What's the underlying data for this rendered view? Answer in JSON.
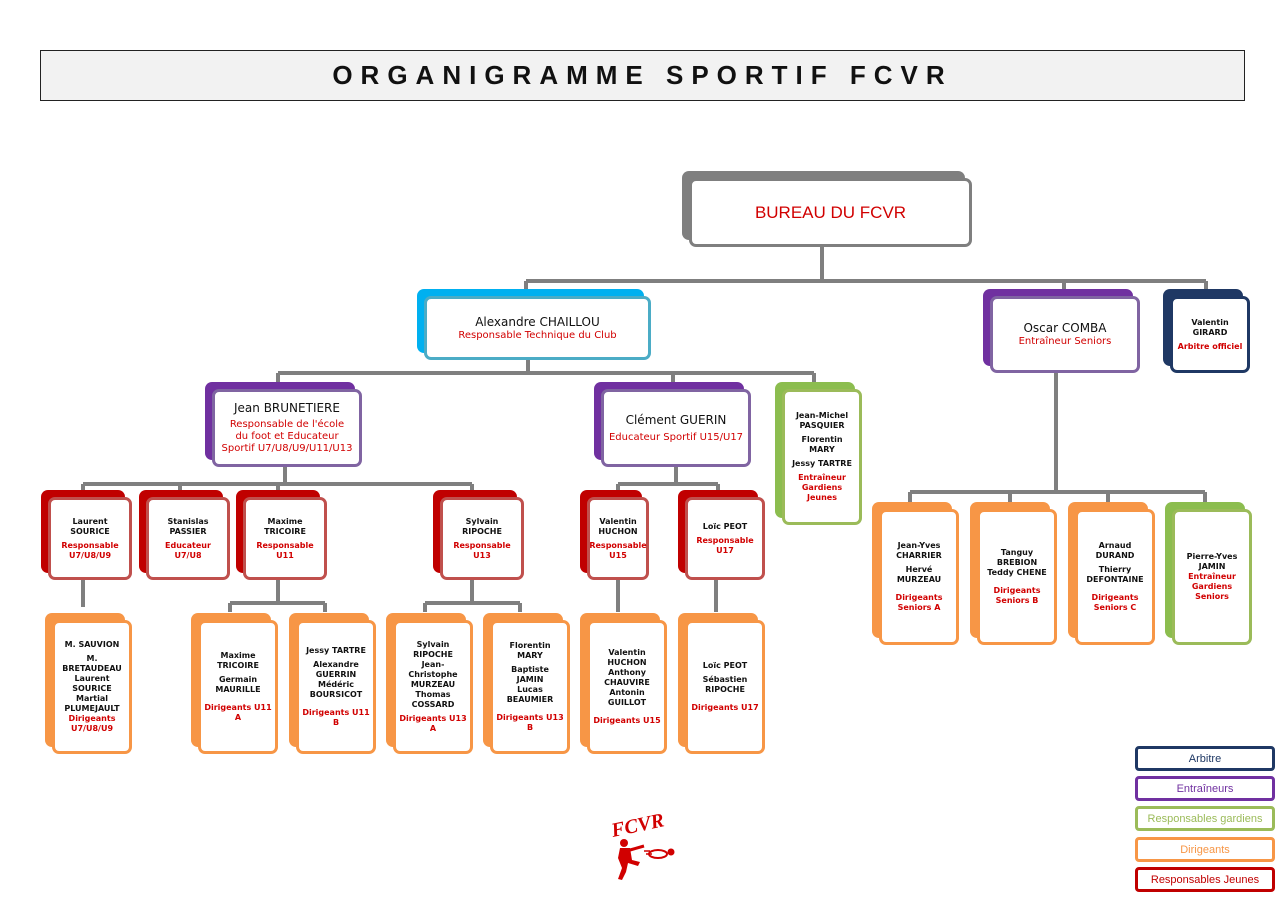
{
  "title": "ORGANIGRAMME SPORTIF FCVR",
  "root": "BUREAU DU FCVR",
  "chailloux": {
    "name": "Alexandre CHAILLOU",
    "role": "Responsable Technique du Club"
  },
  "comba": {
    "name": "Oscar COMBA",
    "role": "Entraîneur Seniors"
  },
  "girard": {
    "name1": "Valentin",
    "name2": "GIRARD",
    "role": "Arbitre officiel"
  },
  "brunetiere": {
    "name": "Jean BRUNETIERE",
    "role1": "Responsable de l'école",
    "role2": "du foot et Educateur",
    "role3": "Sportif U7/U8/U9/U11/U13"
  },
  "guerin": {
    "name": "Clément GUERIN",
    "role": "Educateur Sportif U15/U17"
  },
  "gardiens": {
    "n1": "Jean-Michel",
    "n2": "PASQUIER",
    "n3": "Florentin MARY",
    "n4": "Jessy TARTRE",
    "r1": "Entraîneur",
    "r2": "Gardiens",
    "r3": "Jeunes"
  },
  "sourice": {
    "n1": "Laurent",
    "n2": "SOURICE",
    "r1": "Responsable",
    "r2": "U7/U8/U9"
  },
  "passier": {
    "n1": "Stanislas",
    "n2": "PASSIER",
    "r1": "Educateur",
    "r2": "U7/U8"
  },
  "tricoire": {
    "n1": "Maxime",
    "n2": "TRICOIRE",
    "r1": "Responsable",
    "r2": "U11"
  },
  "ripoche": {
    "n1": "Sylvain",
    "n2": "RIPOCHE",
    "r1": "Responsable",
    "r2": "U13"
  },
  "huchon": {
    "n1": "Valentin",
    "n2": "HUCHON",
    "r1": "Responsable",
    "r2": "U15"
  },
  "peot": {
    "n1": "Loïc PEOT",
    "r1": "Responsable",
    "r2": "U17"
  },
  "dir_u789": {
    "n1": "M. SAUVION",
    "n2": "M.",
    "n3": "BRETAUDEAU",
    "n4": "Laurent",
    "n5": "SOURICE",
    "n6": "Martial",
    "n7": "PLUMEJAULT",
    "r1": "Dirigeants",
    "r2": "U7/U8/U9"
  },
  "dir_u11a": {
    "n1": "Maxime",
    "n2": "TRICOIRE",
    "n3": "Germain",
    "n4": "MAURILLE",
    "r1": "Dirigeants U11",
    "r2": "A"
  },
  "dir_u11b": {
    "n1": "Jessy TARTRE",
    "n2": "Alexandre",
    "n3": "GUERRIN",
    "n4": "Médéric",
    "n5": "BOURSICOT",
    "r1": "Dirigeants U11",
    "r2": "B"
  },
  "dir_u13a": {
    "n1": "Sylvain",
    "n2": "RIPOCHE",
    "n3": "Jean-",
    "n4": "Christophe",
    "n5": "MURZEAU",
    "n6": "Thomas",
    "n7": "COSSARD",
    "r1": "Dirigeants U13",
    "r2": "A"
  },
  "dir_u13b": {
    "n1": "Florentin MARY",
    "n2": "Baptiste",
    "n3": "JAMIN",
    "n4": "Lucas",
    "n5": "BEAUMIER",
    "r1": "Dirigeants U13",
    "r2": "B"
  },
  "dir_u15": {
    "n1": "Valentin",
    "n2": "HUCHON",
    "n3": "Anthony",
    "n4": "CHAUVIRE",
    "n5": "Antonin",
    "n6": "GUILLOT",
    "r1": "Dirigeants U15"
  },
  "dir_u17": {
    "n1": "Loïc PEOT",
    "n2": "Sébastien",
    "n3": "RIPOCHE",
    "r1": "Dirigeants U17"
  },
  "sen_a": {
    "n1": "Jean-Yves",
    "n2": "CHARRIER",
    "n3": "Hervé",
    "n4": "MURZEAU",
    "r1": "Dirigeants",
    "r2": "Seniors A"
  },
  "sen_b": {
    "n1": "Tanguy",
    "n2": "BREBION",
    "n3": "Teddy CHENE",
    "r1": "Dirigeants",
    "r2": "Seniors B"
  },
  "sen_c": {
    "n1": "Arnaud",
    "n2": "DURAND",
    "n3": "Thierry",
    "n4": "DEFONTAINE",
    "r1": "Dirigeants",
    "r2": "Seniors C"
  },
  "sen_gk": {
    "n1": "Pierre-Yves",
    "n2": "JAMIN",
    "r1": "Entraîneur",
    "r2": "Gardiens",
    "r3": "Seniors"
  },
  "legend": [
    {
      "label": "Arbitre",
      "color": "#1f3864"
    },
    {
      "label": "Entraîneurs",
      "color": "#7030a0"
    },
    {
      "label": "Responsables gardiens",
      "color": "#9bbb59"
    },
    {
      "label": "Dirigeants",
      "color": "#f79646"
    },
    {
      "label": "Responsables Jeunes",
      "color": "#c00000"
    }
  ],
  "logo": "FCVR"
}
